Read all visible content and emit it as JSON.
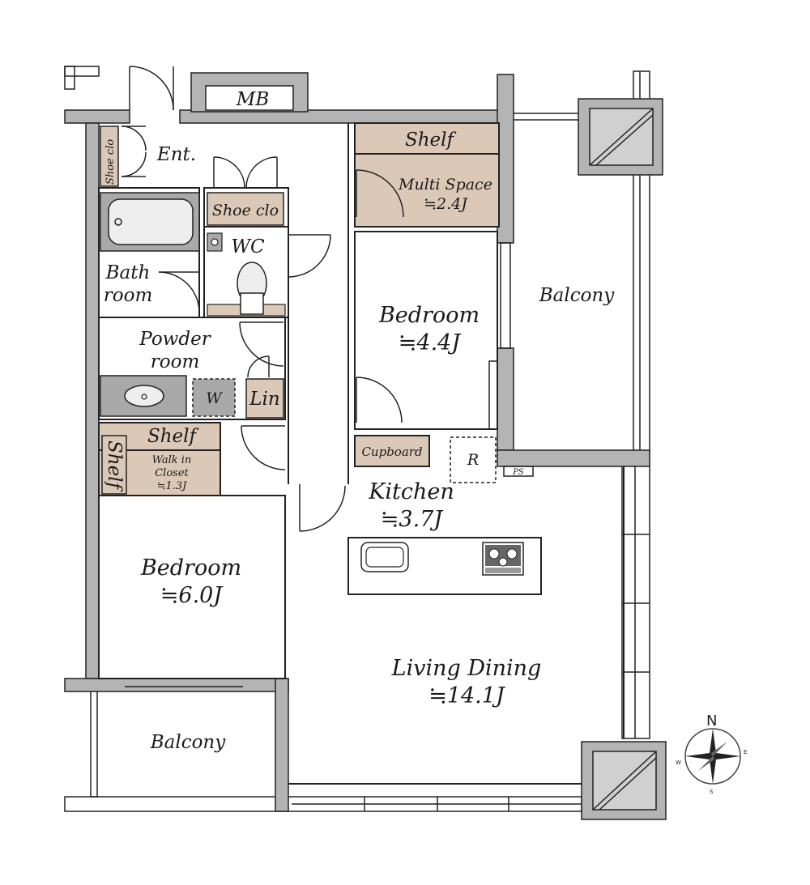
{
  "labels": {
    "mb": "MB",
    "ent": "Ent.",
    "shoe_clo_side": "Shoe clo",
    "shoe_clo": "Shoe clo",
    "wc": "WC",
    "bath": "Bath",
    "bath2": "room",
    "powder": "Powder",
    "powder2": "room",
    "washer": "W",
    "lin": "Lin",
    "shelf_top": "Shelf",
    "multi_space": "Multi Space",
    "multi_space_area": "≒2.4J",
    "bedroom_right": "Bedroom",
    "bedroom_right_area": "≒4.4J",
    "balcony_right": "Balcony",
    "cupboard": "Cupboard",
    "fridge": "R",
    "ps": "PS",
    "kitchen": "Kitchen",
    "kitchen_area": "≒3.7J",
    "shelf_wic": "Shelf",
    "shelf_side": "Shelf",
    "wic1": "Walk in",
    "wic2": "Closet",
    "wic_area": "≒1.3J",
    "bedroom_left": "Bedroom",
    "bedroom_left_area": "≒6.0J",
    "living": "Living Dining",
    "living_area": "≒14.1J",
    "balcony_bottom": "Balcony"
  },
  "compass": {
    "n": "N",
    "s": "S",
    "e": "E",
    "w": "W"
  },
  "colors": {
    "wall": "#b4b4b4",
    "storage": "#dcc8b7",
    "fixture": "#a9a9a9",
    "line": "#222222"
  }
}
